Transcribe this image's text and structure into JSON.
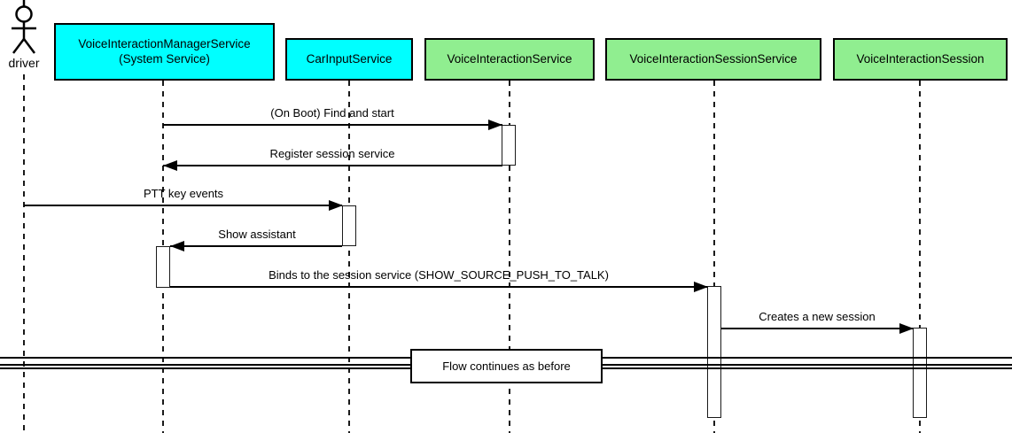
{
  "diagram": {
    "type": "uml-sequence-diagram",
    "actor": {
      "name": "driver"
    },
    "participants": [
      {
        "label": "VoiceInteractionManagerService",
        "sublabel": "(System Service)",
        "color": "#00ffff"
      },
      {
        "label": "CarInputService",
        "color": "#00ffff"
      },
      {
        "label": "VoiceInteractionService",
        "color": "#90ee90"
      },
      {
        "label": "VoiceInteractionSessionService",
        "color": "#90ee90"
      },
      {
        "label": "VoiceInteractionSession",
        "color": "#90ee90"
      }
    ],
    "messages": [
      {
        "label": "(On Boot) Find and start",
        "from": "VoiceInteractionManagerService",
        "to": "VoiceInteractionService"
      },
      {
        "label": "Register session service",
        "from": "VoiceInteractionService",
        "to": "VoiceInteractionManagerService"
      },
      {
        "label": "PTT key events",
        "from": "driver",
        "to": "CarInputService"
      },
      {
        "label": "Show assistant",
        "from": "CarInputService",
        "to": "VoiceInteractionManagerService"
      },
      {
        "label": "Binds to the session service (SHOW_SOURCE_PUSH_TO_TALK)",
        "from": "VoiceInteractionManagerService",
        "to": "VoiceInteractionSessionService"
      },
      {
        "label": "Creates a new session",
        "from": "VoiceInteractionSessionService",
        "to": "VoiceInteractionSession"
      }
    ],
    "divider": {
      "label": "Flow continues as before"
    },
    "colors": {
      "participant_cyan": "#00ffff",
      "participant_green": "#90ee90",
      "line": "#000000",
      "activation_fill": "#ffffff",
      "background": "#ffffff"
    }
  }
}
